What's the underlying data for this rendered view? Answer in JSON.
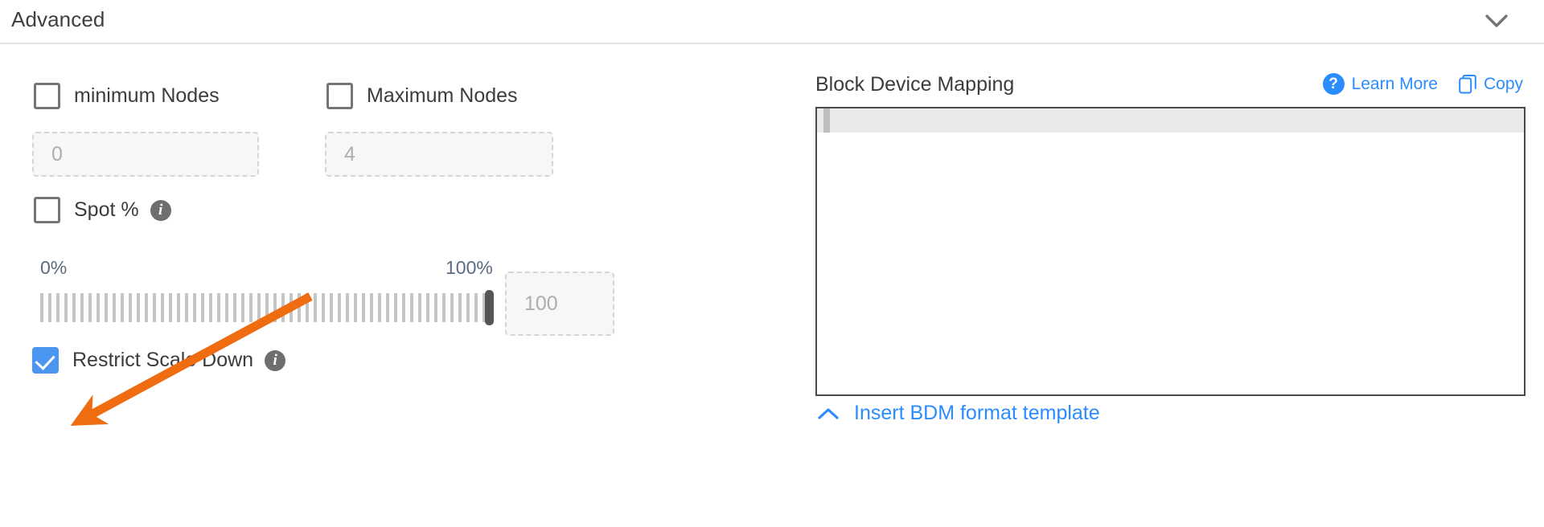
{
  "section": {
    "title": "Advanced",
    "collapse_icon": "chevron-down-icon"
  },
  "left_panel": {
    "min_nodes": {
      "label": "minimum Nodes",
      "checked": false,
      "input_placeholder": "0"
    },
    "max_nodes": {
      "label": "Maximum Nodes",
      "checked": false,
      "input_placeholder": "4"
    },
    "spot": {
      "label": "Spot %",
      "checked": false,
      "info_icon": "info-icon",
      "info_glyph": "i"
    },
    "slider": {
      "min_label": "0%",
      "max_label": "100%",
      "value": 100,
      "value_input_placeholder": "100"
    },
    "restrict_scale_down": {
      "label": "Restrict Scale Down",
      "checked": true,
      "info_icon": "info-icon",
      "info_glyph": "i"
    }
  },
  "right_panel": {
    "title": "Block Device Mapping",
    "learn_more": {
      "label": "Learn More",
      "icon": "question-circle-icon",
      "icon_glyph": "?"
    },
    "copy": {
      "label": "Copy",
      "icon": "copy-icon"
    },
    "editor": {
      "content": "",
      "active_line": 1
    },
    "insert_template": {
      "label": "Insert BDM format template",
      "icon": "chevron-up-icon"
    }
  },
  "annotation": {
    "arrow_color": "#ef6c10",
    "points_to": "Restrict Scale Down"
  },
  "colors": {
    "accent_blue": "#2a8cff",
    "checkbox_blue": "#4a96f0",
    "annotation_orange": "#ef6c10",
    "slider_tick": "#c4c4c4",
    "text": "#3c3c3c"
  }
}
